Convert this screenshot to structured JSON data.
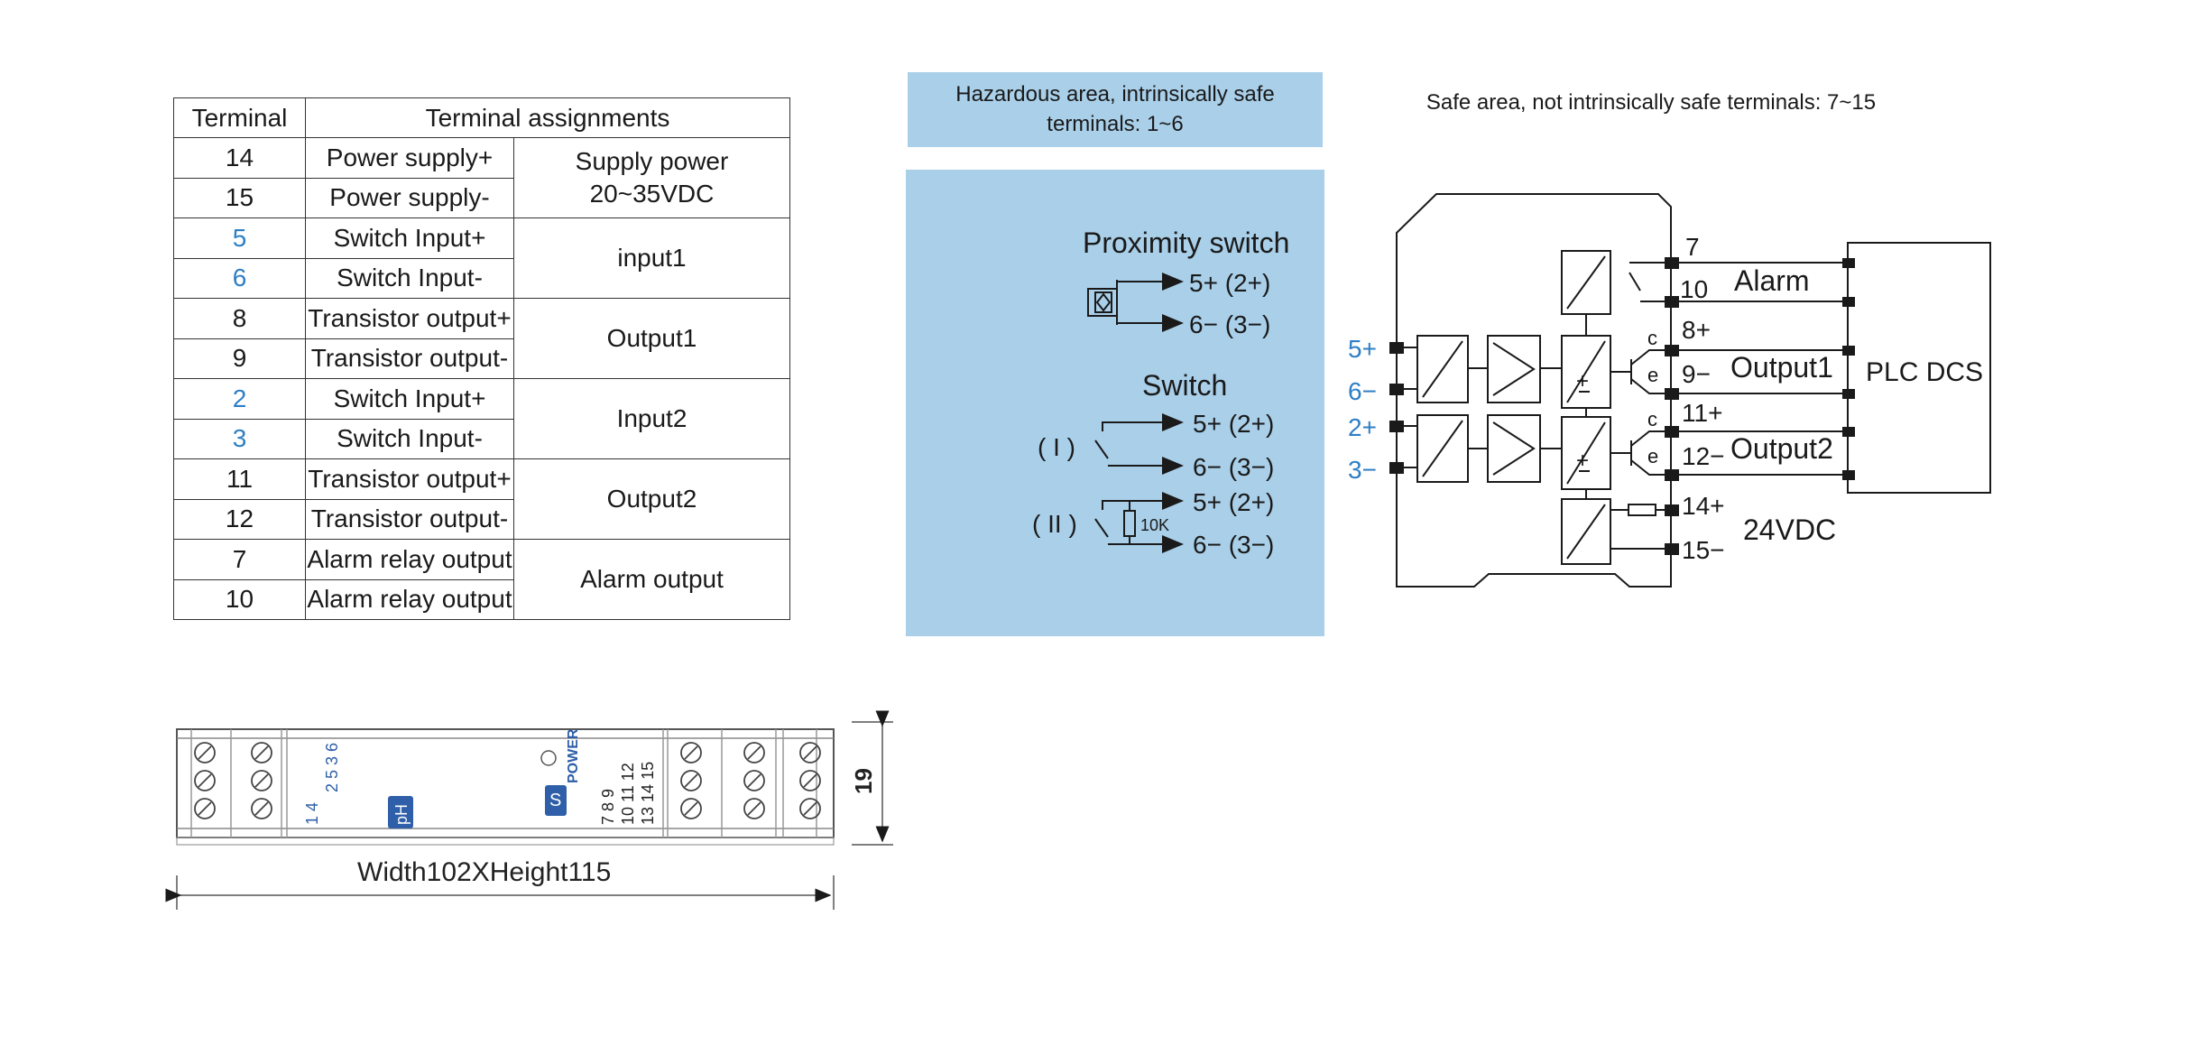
{
  "terminal_table": {
    "headers": [
      "Terminal",
      "Terminal assignments"
    ],
    "rows": [
      {
        "terminal": "14",
        "function": "Power supply+",
        "group": "Supply power\n20~35VDC",
        "blue": false
      },
      {
        "terminal": "15",
        "function": "Power supply-",
        "group": null,
        "blue": false
      },
      {
        "terminal": "5",
        "function": "Switch Input+",
        "group": "input1",
        "blue": true
      },
      {
        "terminal": "6",
        "function": "Switch Input-",
        "group": null,
        "blue": true
      },
      {
        "terminal": "8",
        "function": "Transistor output+",
        "group": "Output1",
        "blue": false
      },
      {
        "terminal": "9",
        "function": "Transistor output-",
        "group": null,
        "blue": false
      },
      {
        "terminal": "2",
        "function": "Switch Input+",
        "group": "Input2",
        "blue": true
      },
      {
        "terminal": "3",
        "function": "Switch Input-",
        "group": null,
        "blue": true
      },
      {
        "terminal": "11",
        "function": "Transistor output+",
        "group": "Output2",
        "blue": false
      },
      {
        "terminal": "12",
        "function": "Transistor output-",
        "group": null,
        "blue": false
      },
      {
        "terminal": "7",
        "function": "Alarm relay output",
        "group": "Alarm output",
        "blue": false
      },
      {
        "terminal": "10",
        "function": "Alarm relay output",
        "group": null,
        "blue": false
      }
    ]
  },
  "hazard_label": "Hazardous area, intrinsically safe terminals: 1~6",
  "safe_label": "Safe area, not intrinsically safe terminals: 7~15",
  "wiring": {
    "proximity_title": "Proximity switch",
    "switch_title": "Switch",
    "t_plus": "5+ (2+)",
    "t_minus": "6− (3−)",
    "mode_1": "( I )",
    "mode_2": "( II )",
    "resistor": "10K"
  },
  "block": {
    "in_5": "5+",
    "in_6": "6−",
    "in_2": "2+",
    "in_3": "3−",
    "t7": "7",
    "t10": "10",
    "alarm": "Alarm",
    "t8": "8+",
    "t9": "9−",
    "output1": "Output1",
    "t11": "11+",
    "t12": "12−",
    "output2": "Output2",
    "t14": "14+",
    "t15": "15−",
    "supply": "24VDC",
    "plc": "PLC  DCS",
    "c": "c",
    "e": "e"
  },
  "device": {
    "width_label": "Width102XHeight115",
    "depth": "19",
    "power": "POWER",
    "row_a": [
      "1",
      "4"
    ],
    "row_b": [
      "2",
      "5"
    ],
    "row_c": [
      "3",
      "6"
    ],
    "row_r1": [
      "7",
      "8",
      "9"
    ],
    "row_r2": [
      "10",
      "11",
      "12"
    ],
    "row_r3": [
      "13",
      "14",
      "15"
    ]
  },
  "colors": {
    "panel": "#a9cfe9",
    "blue_text": "#2e7fc4",
    "line": "#1a1a1a"
  }
}
